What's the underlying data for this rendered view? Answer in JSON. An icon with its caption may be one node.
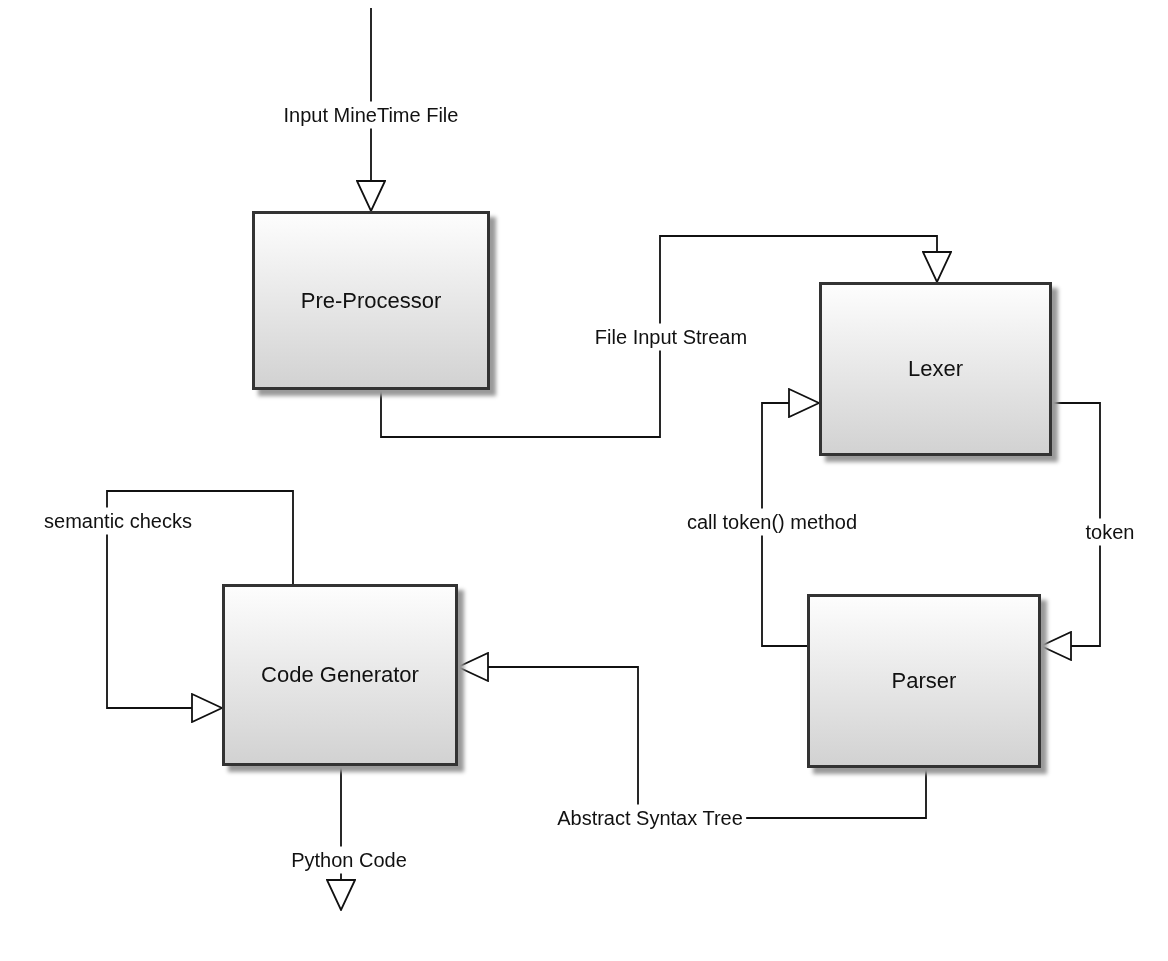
{
  "diagram": {
    "nodes": [
      {
        "text": [
          "Pre-Processor"
        ]
      },
      {
        "text": [
          "Lexer"
        ]
      },
      {
        "text": [
          "Code Generator"
        ]
      },
      {
        "text": [
          "Parser"
        ]
      }
    ],
    "edges": [
      {
        "from": null,
        "to": 0,
        "arrow": "to",
        "label": "Input MineTime File"
      },
      {
        "from": 0,
        "to": 1,
        "arrow": "to",
        "label": "File Input Stream"
      },
      {
        "from": 1,
        "to": 3,
        "arrow": "to",
        "label": "token"
      },
      {
        "from": 3,
        "to": 1,
        "arrow": "to",
        "label": "call token() method"
      },
      {
        "from": 3,
        "to": 2,
        "arrow": "to",
        "label": "Abstract Syntax Tree"
      },
      {
        "from": 2,
        "to": 2,
        "arrow": "to",
        "label": "semantic checks"
      },
      {
        "from": 2,
        "to": null,
        "arrow": "to",
        "label": "Python Code"
      }
    ]
  }
}
